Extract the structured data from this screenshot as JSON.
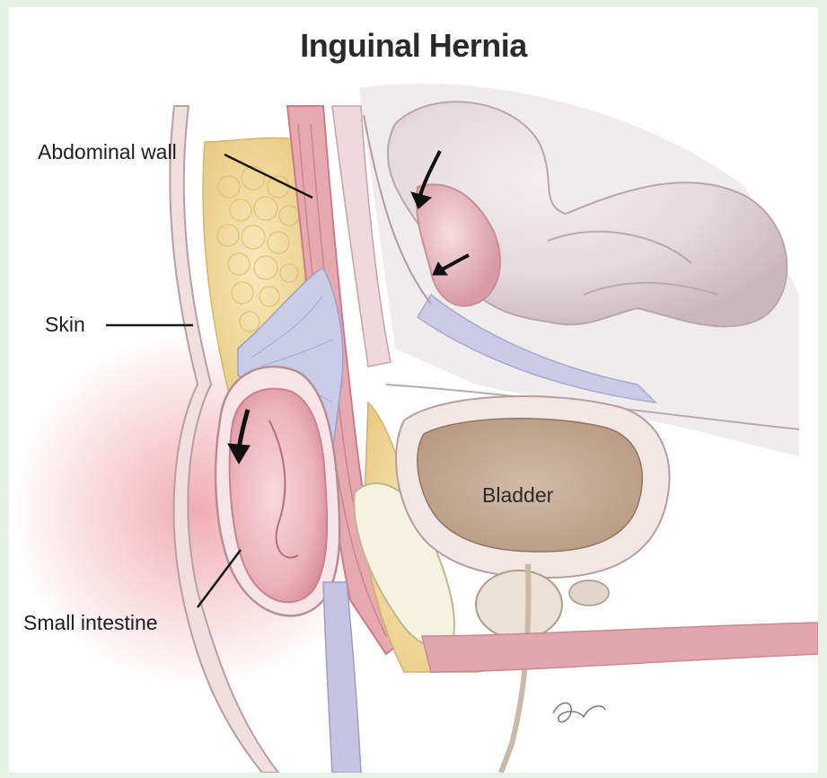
{
  "title": "Inguinal Hernia",
  "labels": {
    "abdominal_wall": "Abdominal wall",
    "skin": "Skin",
    "small_intestine": "Small intestine",
    "bladder": "Bladder"
  },
  "colors": {
    "background_border": "#e7f2e7",
    "tissue_pink": "#e8aeb3",
    "intestine_pink": "#f0c8cc",
    "fat_yellow": "#f3dc9c",
    "bladder_brown": "#c6ab93",
    "membrane_lavender": "#c7c9e6",
    "muscle_red": "#d9828a"
  }
}
